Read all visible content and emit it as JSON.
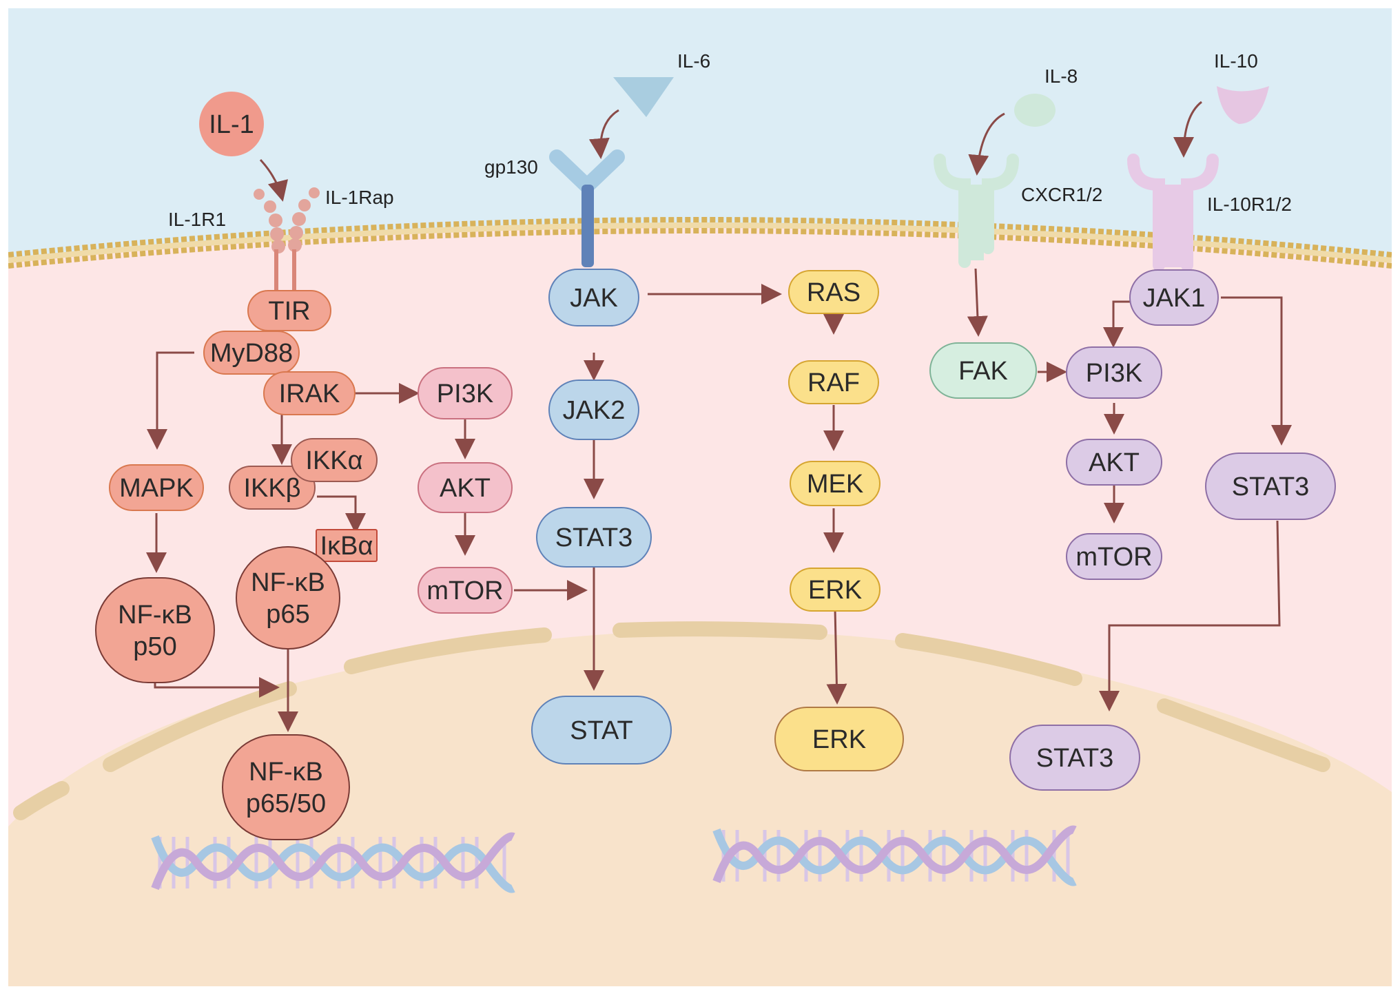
{
  "labels": {
    "il1": "IL-1",
    "il1r1": "IL-1R1",
    "il1rap": "IL-1Rap",
    "il6": "IL-6",
    "gp130": "gp130",
    "il8": "IL-8",
    "cxcr": "CXCR1/2",
    "il10": "IL-10",
    "il10r": "IL-10R1/2"
  },
  "nodes": {
    "tir": "TIR",
    "myd88": "MyD88",
    "irak": "IRAK",
    "mapk": "MAPK",
    "ikka": "IKKα",
    "ikkb": "IKKβ",
    "ikba": "IκBα",
    "nfkb_p50": [
      "NF-κB",
      "p50"
    ],
    "nfkb_p65": [
      "NF-κB",
      "p65"
    ],
    "nfkb_p6550": [
      "NF-κB",
      "p65/50"
    ],
    "pi3k_left": "PI3K",
    "akt_left": "AKT",
    "mtor_left": "mTOR",
    "jak": "JAK",
    "jak2": "JAK2",
    "stat3_mid": "STAT3",
    "stat_mid": "STAT",
    "ras": "RAS",
    "raf": "RAF",
    "mek": "MEK",
    "erk1": "ERK",
    "erk2": "ERK",
    "fak": "FAK",
    "pi3k_right": "PI3K",
    "akt_right": "AKT",
    "mtor_right": "mTOR",
    "jak1": "JAK1",
    "stat3_right": "STAT3",
    "stat3_nuc": "STAT3"
  },
  "colors": {
    "extracellular": "#dcedf5",
    "cytoplasm": "#fde6e6",
    "nucleus": "#f8e3cb",
    "membrane": "#d8b25a",
    "arrow": "#8a4a47",
    "salmon": "#f2a594",
    "pink": "#f4c1cb",
    "blue": "#bcd6ea",
    "yellow": "#fbe08b",
    "green": "#d6eee0",
    "purple": "#dccbe6"
  }
}
